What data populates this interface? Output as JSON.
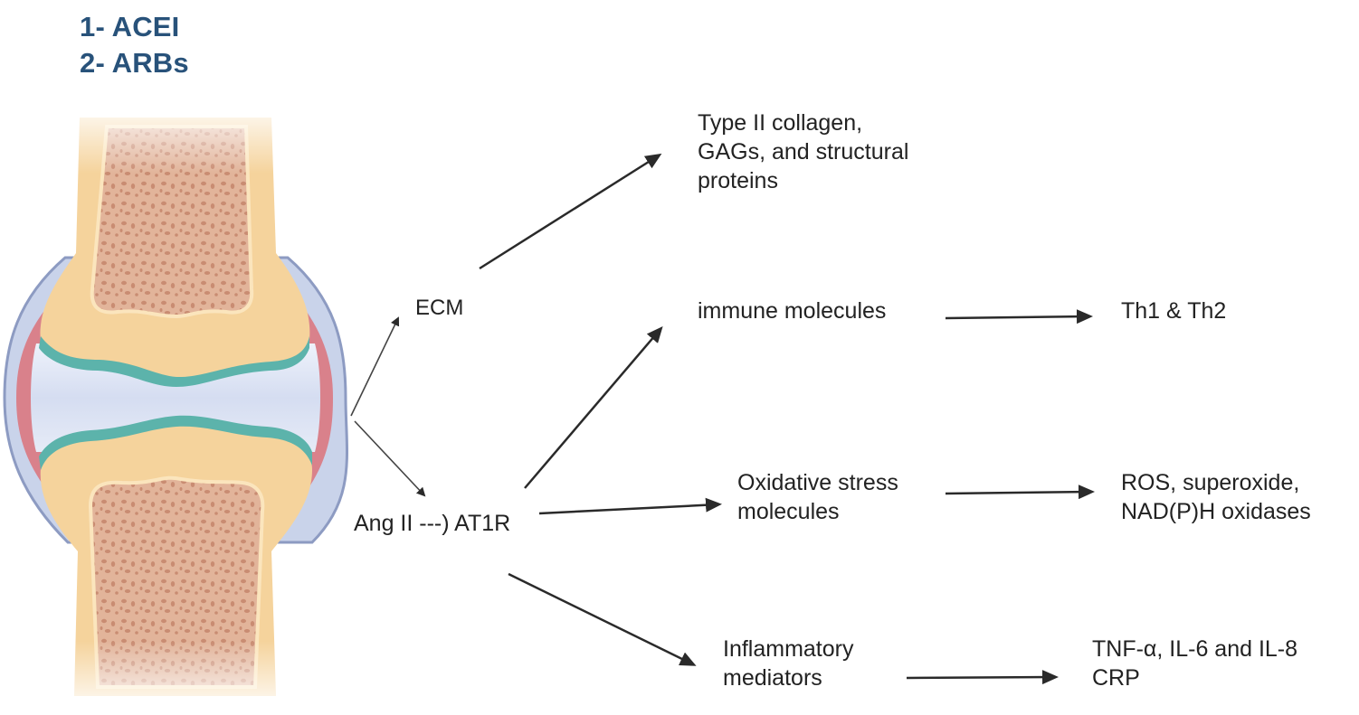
{
  "diagram": {
    "title_list": {
      "items": [
        "1- ACEI",
        "2- ARBs"
      ],
      "color": "#28527a"
    },
    "illustration": {
      "name": "synovial-joint",
      "colors": {
        "capsule": "#c9d3ea",
        "capsule_edge": "#8d9bc2",
        "synovium": "#d9818b",
        "cortical_bone": "#f5d39c",
        "cortical_bone_light": "#fbe5bd",
        "cancellous_bone": "#dfae92",
        "marrow_spots": "#c98c72",
        "cartilage": "#5cb3ab",
        "synovial_fluid": "#dce3f3"
      }
    },
    "nodes": {
      "ecm": "ECM",
      "ang": "Ang II ---) AT1R",
      "collagen": [
        "Type II collagen,",
        "GAGs, and structural",
        "proteins"
      ],
      "immune": "immune molecules",
      "th": "Th1 & Th2",
      "oxidative": [
        "Oxidative stress",
        "molecules"
      ],
      "ros": [
        "ROS, superoxide,",
        "NAD(P)H oxidases"
      ],
      "inflammatory": [
        "Inflammatory",
        "mediators"
      ],
      "tnf": [
        "TNF-α, IL-6 and IL-8",
        "CRP"
      ]
    },
    "edges": [
      {
        "from": "joint",
        "to": "ECM"
      },
      {
        "from": "joint",
        "to": "Ang II ---) AT1R"
      },
      {
        "from": "ECM",
        "to": "Type II collagen, GAGs, and structural proteins"
      },
      {
        "from": "Ang II ---) AT1R",
        "to": "immune molecules"
      },
      {
        "from": "Ang II ---) AT1R",
        "to": "Oxidative stress molecules"
      },
      {
        "from": "Ang II ---) AT1R",
        "to": "Inflammatory mediators"
      },
      {
        "from": "immune molecules",
        "to": "Th1 & Th2"
      },
      {
        "from": "Oxidative stress molecules",
        "to": "ROS, superoxide, NAD(P)H oxidases"
      },
      {
        "from": "Inflammatory mediators",
        "to": "TNF-α, IL-6 and IL-8 CRP"
      }
    ],
    "arrow_color": "#2a2a2a"
  }
}
